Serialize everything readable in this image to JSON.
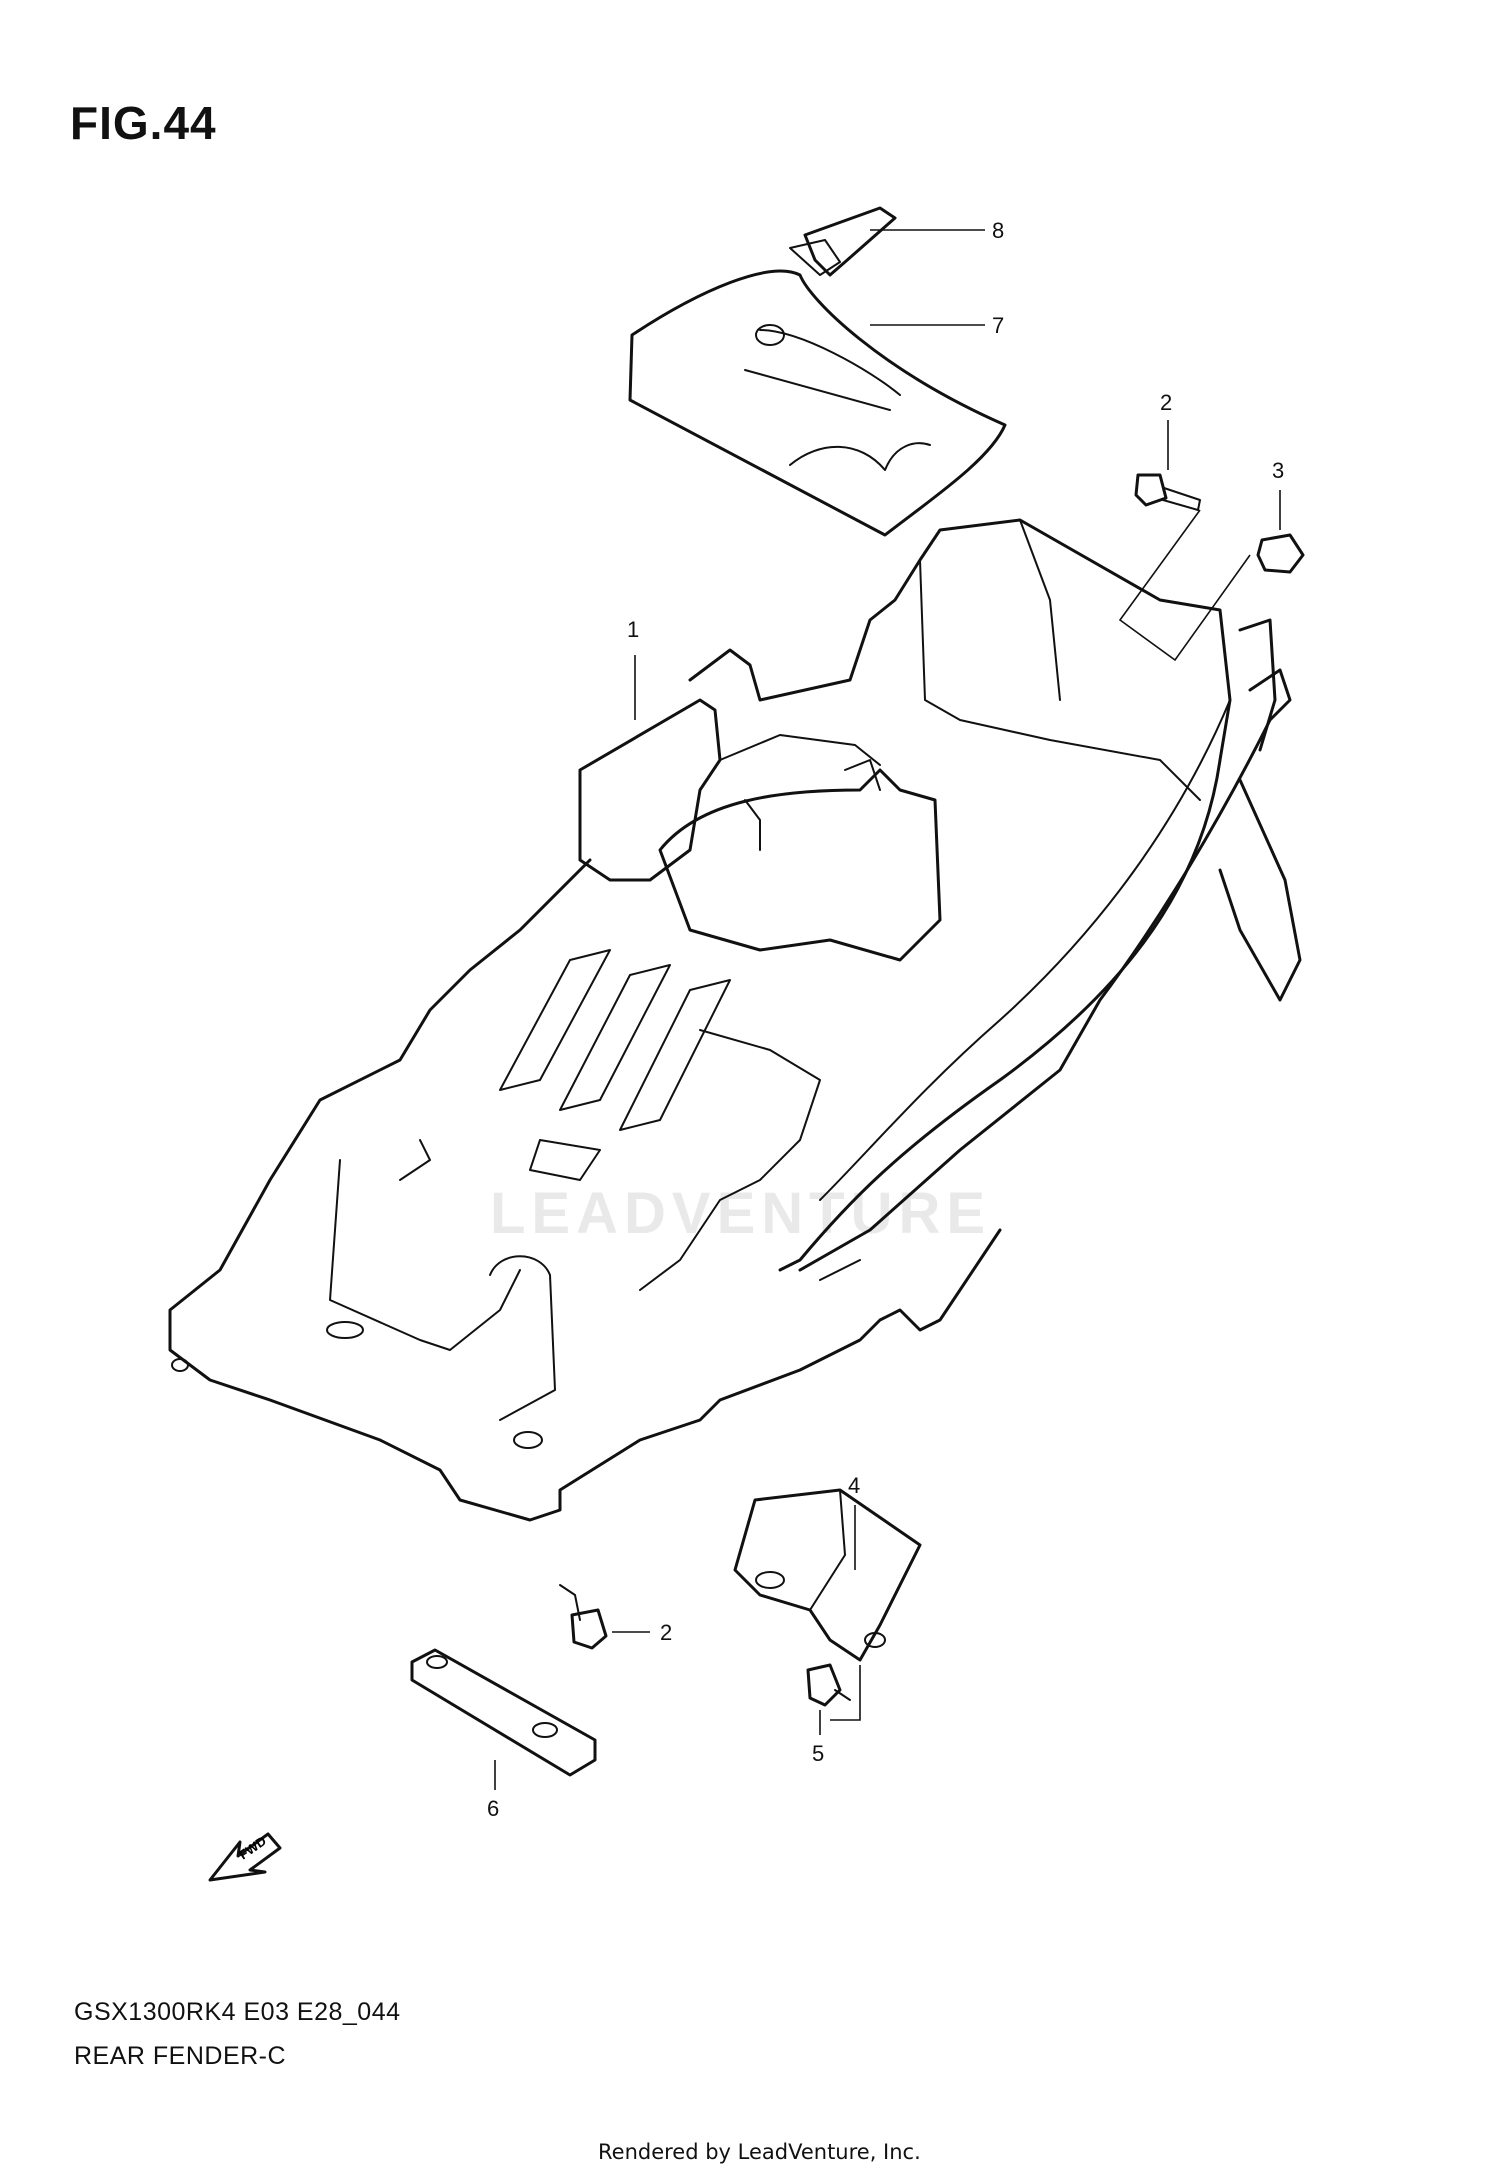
{
  "figure": {
    "title": "FIG.44",
    "watermark": "LEADVENTURE"
  },
  "callouts": [
    {
      "id": "8",
      "label": "8"
    },
    {
      "id": "7",
      "label": "7"
    },
    {
      "id": "2a",
      "label": "2"
    },
    {
      "id": "3",
      "label": "3"
    },
    {
      "id": "1",
      "label": "1"
    },
    {
      "id": "4",
      "label": "4"
    },
    {
      "id": "2b",
      "label": "2"
    },
    {
      "id": "5",
      "label": "5"
    },
    {
      "id": "6",
      "label": "6"
    }
  ],
  "fwd_arrow": {
    "label": "FWD"
  },
  "footer": {
    "model_code": "GSX1300RK4 E03 E28_044",
    "assembly_name": "REAR FENDER-C",
    "rendered_by": "Rendered by LeadVenture, Inc."
  }
}
